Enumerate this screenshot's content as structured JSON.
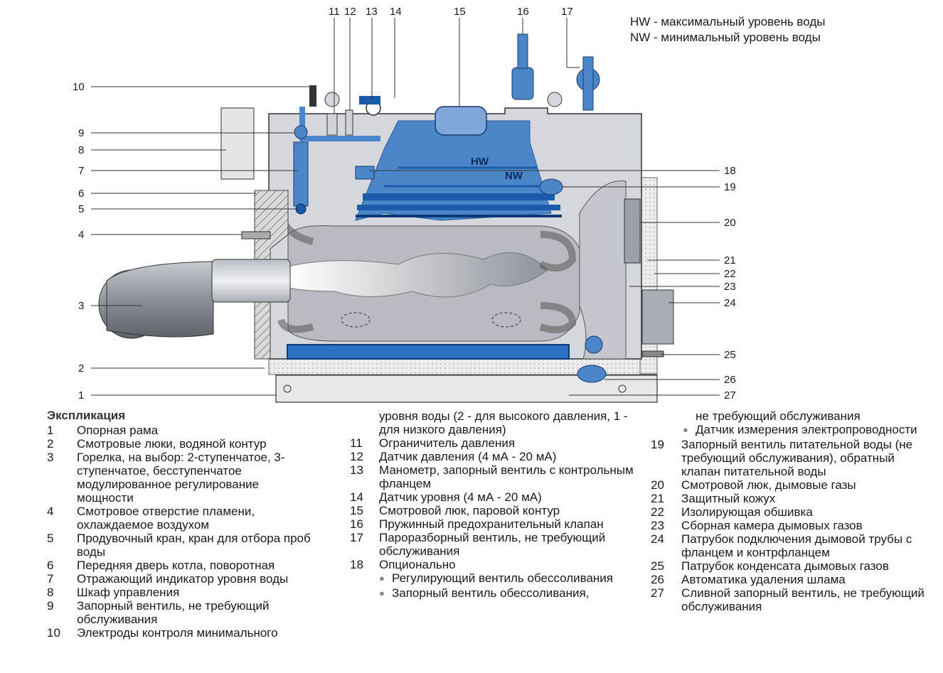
{
  "legend": {
    "hw": "HW - максимальный уровень воды",
    "nw": "NW - минимальный уровень воды"
  },
  "labels": {
    "hw_mark": "HW",
    "nw_mark": "NW",
    "callouts": [
      "1",
      "2",
      "3",
      "4",
      "5",
      "6",
      "7",
      "8",
      "9",
      "10",
      "11",
      "12",
      "13",
      "14",
      "15",
      "16",
      "17",
      "18",
      "19",
      "20",
      "21",
      "22",
      "23",
      "24",
      "25",
      "26",
      "27"
    ]
  },
  "explication": {
    "title": "Экспликация",
    "col1": [
      {
        "n": "1",
        "t": "Опорная рама"
      },
      {
        "n": "2",
        "t": "Смотровые люки, водяной контур"
      },
      {
        "n": "3",
        "t": "Горелка, на выбор: 2-ступенчатое, 3-ступенчатое, бесступенчатое модулированное регулирование мощности"
      },
      {
        "n": "4",
        "t": "Смотровое отверстие пламени, охлаждаемое воздухом"
      },
      {
        "n": "5",
        "t": "Продувочный кран, кран для отбора проб воды"
      },
      {
        "n": "6",
        "t": "Передняя дверь котла, поворотная"
      },
      {
        "n": "7",
        "t": "Отражающий индикатор уровня воды"
      },
      {
        "n": "8",
        "t": "Шкаф управления"
      },
      {
        "n": "9",
        "t": "Запорный вентиль, не требующий обслуживания"
      },
      {
        "n": "10",
        "t": "Электроды контроля минимального"
      }
    ],
    "col2_cont": "уровня воды (2 - для высокого давления, 1 - для низкого давления)",
    "col2": [
      {
        "n": "11",
        "t": "Ограничитель давления"
      },
      {
        "n": "12",
        "t": "Датчик давления (4 мА - 20 мА)"
      },
      {
        "n": "13",
        "t": "Манометр, запорный вентиль с контрольным фланцем"
      },
      {
        "n": "14",
        "t": "Датчик уровня (4 мА - 20 мА)"
      },
      {
        "n": "15",
        "t": "Смотровой люк, паровой контур"
      },
      {
        "n": "16",
        "t": "Пружинный предохранительный клапан"
      },
      {
        "n": "17",
        "t": "Пароразборный вентиль, не требующий обслуживания"
      },
      {
        "n": "18",
        "t": "Опционально"
      }
    ],
    "col2_bullets": [
      "Регулирующий вентиль обессоливания",
      "Запорный вентиль обессоливания,"
    ],
    "col3_cont": "не требующий обслуживания",
    "col3_bullet": "Датчик измерения электропроводности",
    "col3": [
      {
        "n": "19",
        "t": "Запорный вентиль питательной воды (не требующий обслуживания), обратный клапан питательной воды"
      },
      {
        "n": "20",
        "t": "Смотровой люк, дымовые газы"
      },
      {
        "n": "21",
        "t": "Защитный кожух"
      },
      {
        "n": "22",
        "t": "Изолирующая обшивка"
      },
      {
        "n": "23",
        "t": "Сборная камера дымовых газов"
      },
      {
        "n": "24",
        "t": "Патрубок подключения дымовой трубы с фланцем и контрфланцем"
      },
      {
        "n": "25",
        "t": "Патрубок конденсата дымовых газов"
      },
      {
        "n": "26",
        "t": "Автоматика удаления шлама"
      },
      {
        "n": "27",
        "t": "Сливной запорный вентиль, не требующий обслуживания"
      }
    ]
  },
  "colors": {
    "water": "#4a86c8",
    "water_dark": "#1a5aa8",
    "steel": "#d4d7dc",
    "shadow": "#9da3ab",
    "insulation": "#e9e9e9"
  }
}
